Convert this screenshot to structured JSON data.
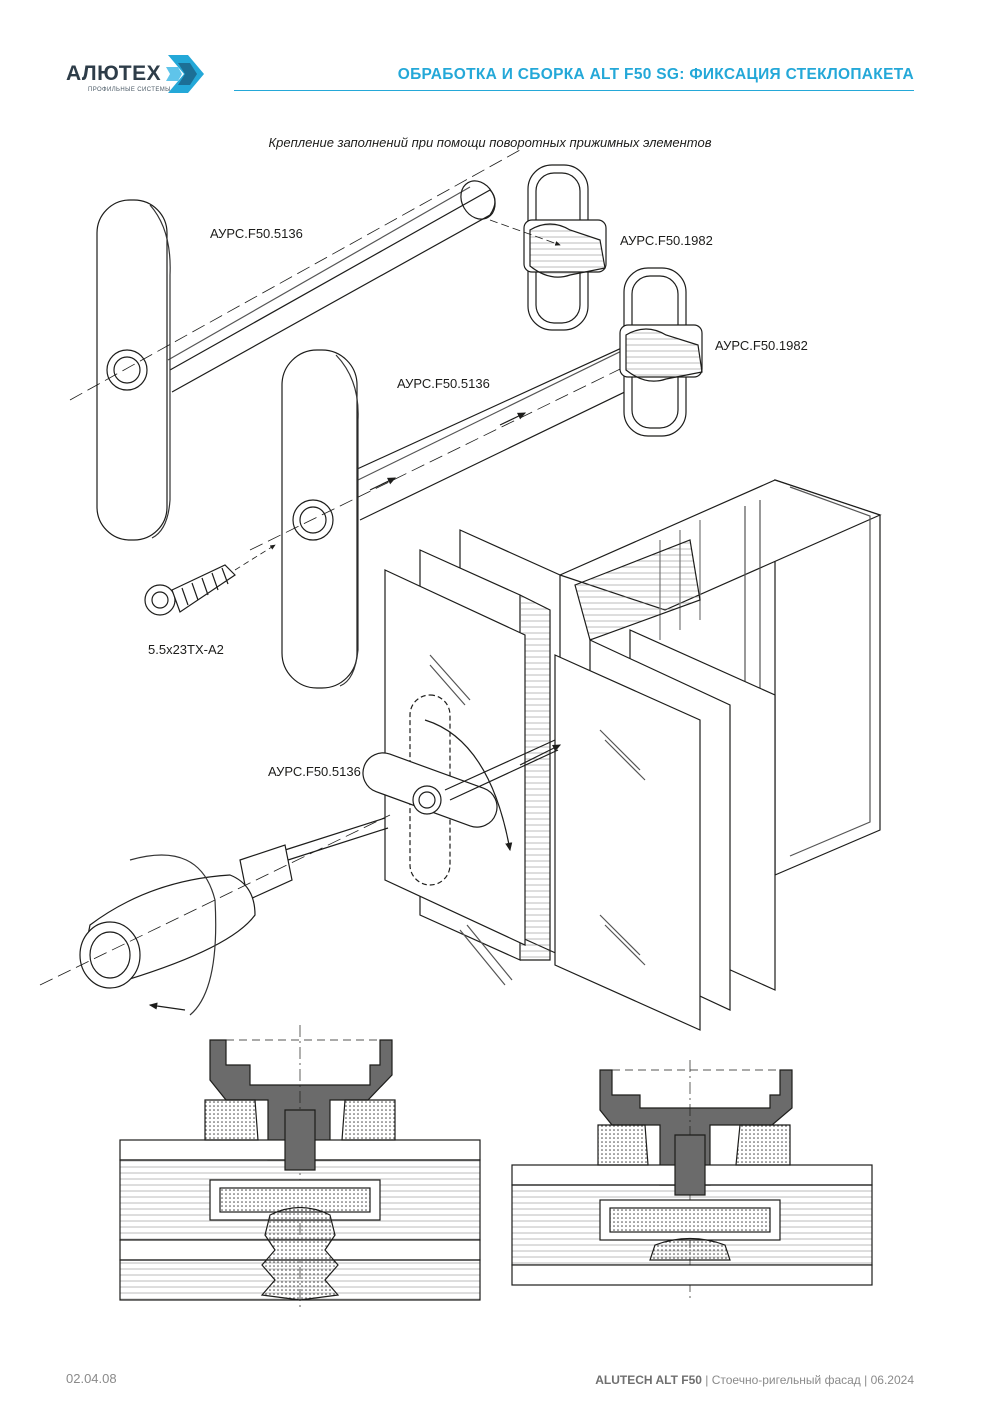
{
  "header": {
    "logo_text": "АЛЮТЕХ",
    "logo_subtitle": "ПРОФИЛЬНЫЕ СИСТЕМЫ",
    "title": "ОБРАБОТКА И СБОРКА ALT F50 SG: ФИКСАЦИЯ СТЕКЛОПАКЕТА",
    "accent_color": "#24a8d8"
  },
  "drawing": {
    "caption": "Крепление заполнений при помощи поворотных прижимных элементов",
    "labels": {
      "part_5136_top": "АУРС.F50.5136",
      "part_1982_top": "АУРС.F50.1982",
      "part_1982_mid": "АУРС.F50.1982",
      "part_5136_mid": "АУРС.F50.5136",
      "screw": "5.5х23ТХ-А2",
      "part_5136_low": "АУРС.F50.5136"
    }
  },
  "footer": {
    "page_number": "02.04.08",
    "brand": "ALUTECH ALT F50",
    "separator": "|",
    "subtitle": "Стоечно-ригельный фасад",
    "date": "06.2024"
  }
}
